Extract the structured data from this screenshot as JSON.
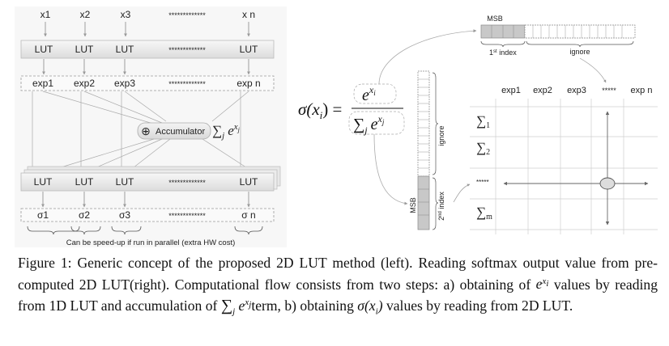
{
  "left": {
    "inputs": [
      "x1",
      "x2",
      "x3",
      "*************",
      "x n"
    ],
    "lut_row_1": [
      "LUT",
      "LUT",
      "LUT",
      "*************",
      "LUT"
    ],
    "exp_row": [
      "exp1",
      "exp2",
      "exp3",
      "*************",
      "exp n"
    ],
    "accumulator": {
      "symbol": "⊕",
      "label": "Accumulator",
      "sum_sign": "∑",
      "sum_index": "j",
      "sum_base": "e",
      "sum_power": "x",
      "sum_power_index": "j"
    },
    "lut_row_2": [
      "LUT",
      "LUT",
      "LUT",
      "*************",
      "LUT"
    ],
    "sigma_row": [
      "σ1",
      "σ2",
      "σ3",
      "*************",
      "σ n"
    ],
    "parallel_note": "Can be speed-up if run in parallel (extra HW cost)"
  },
  "formula": {
    "lhs": "σ(x",
    "lhs_sub": "i",
    "lhs_close": ") =",
    "num_base": "e",
    "num_pow": "x",
    "num_pow_sub": "i",
    "den_sum": "∑",
    "den_sum_sub": "j",
    "den_base": "e",
    "den_pow": "x",
    "den_pow_sub": "j"
  },
  "right": {
    "msb_label": "MSB",
    "first_index_label": "1",
    "first_index_suffix": "st",
    "first_index_word": " index",
    "ignore_label": "ignore",
    "vert_ignore_label": "ignore",
    "vert_msb_label": "MSB",
    "second_index_label": "2",
    "second_index_suffix": "nd",
    "second_index_word": " index",
    "col_headers": [
      "exp1",
      "exp2",
      "exp3",
      "*****",
      "exp n"
    ],
    "row_headers": [
      {
        "sym": "∑",
        "sub": "1"
      },
      {
        "sym": "∑",
        "sub": "2"
      },
      {
        "sym": "*****",
        "sub": ""
      },
      {
        "sym": "∑",
        "sub": "m"
      }
    ]
  },
  "caption": {
    "part1": "Figure 1: Generic concept of the proposed 2D LUT method (left). Reading softmax output value from pre-computed 2D LUT(right). Computational flow consists from two steps: a) obtaining of ",
    "e_term": "e",
    "e_term_pow": "x",
    "e_term_pow_sub": "i",
    "part2": " values by reading from 1D LUT and accumulation of ",
    "sum_term": "∑",
    "sum_sub": "j",
    "sum_e": " e",
    "sum_pow": "x",
    "sum_pow_sub": "j",
    "part3": "term, b) obtaining ",
    "sigma_term": "σ(x",
    "sigma_sub": "i",
    "sigma_close": ")",
    "part4": " values by reading from 2D LUT."
  }
}
